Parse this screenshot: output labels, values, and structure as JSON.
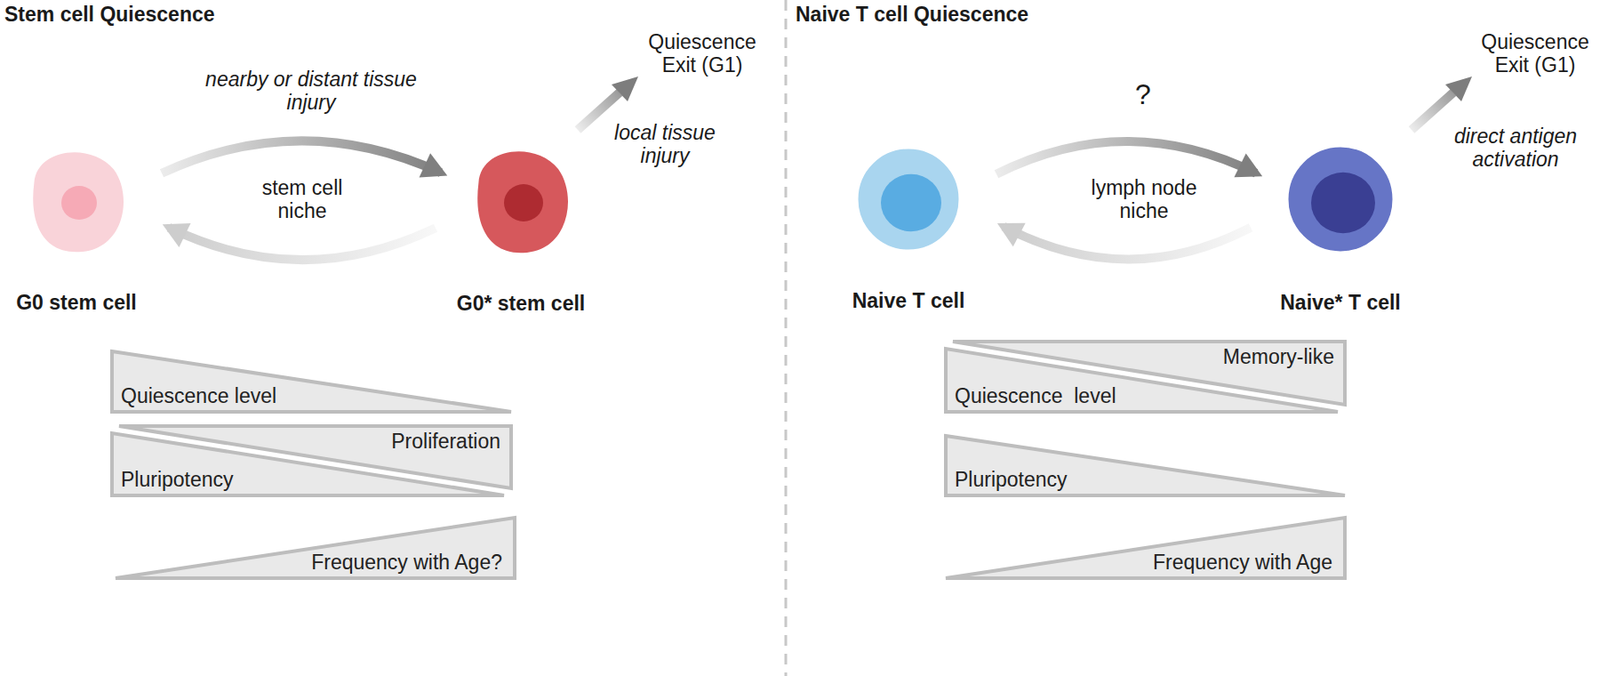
{
  "diagram": {
    "nodes": [
      {
        "text": [
          "G0 stem cell"
        ]
      },
      {
        "text": [
          "G0* stem cell"
        ]
      },
      {
        "text": [
          "Quiescence level"
        ]
      },
      {
        "text": [
          "Proliferation",
          "Pluripotency"
        ]
      },
      {
        "text": [
          "Frequency with Age?"
        ]
      },
      {
        "text": [
          "Naive T cell"
        ]
      },
      {
        "text": [
          "Naive* T cell"
        ]
      },
      {
        "text": [
          "Memory-like",
          "Quiescence  level"
        ]
      },
      {
        "text": [
          "Pluripotency"
        ]
      },
      {
        "text": [
          "Frequency with Age"
        ]
      }
    ],
    "edges": [
      {
        "from": 0,
        "to": 1,
        "label": "nearby or distant tissue injury",
        "arrow": "to"
      },
      {
        "from": 1,
        "to": 0,
        "label": "stem cell niche",
        "arrow": "to"
      },
      {
        "from": 5,
        "to": 6,
        "label": "?",
        "arrow": "to"
      },
      {
        "from": 6,
        "to": 5,
        "label": "lymph node niche",
        "arrow": "to"
      }
    ],
    "labels": [
      "Stem cell Quiescence",
      "Quiescence Exit (G1)",
      "local tissue injury",
      "Naive T cell Quiescence",
      "Quiescence Exit (G1)",
      "direct antigen activation"
    ]
  }
}
